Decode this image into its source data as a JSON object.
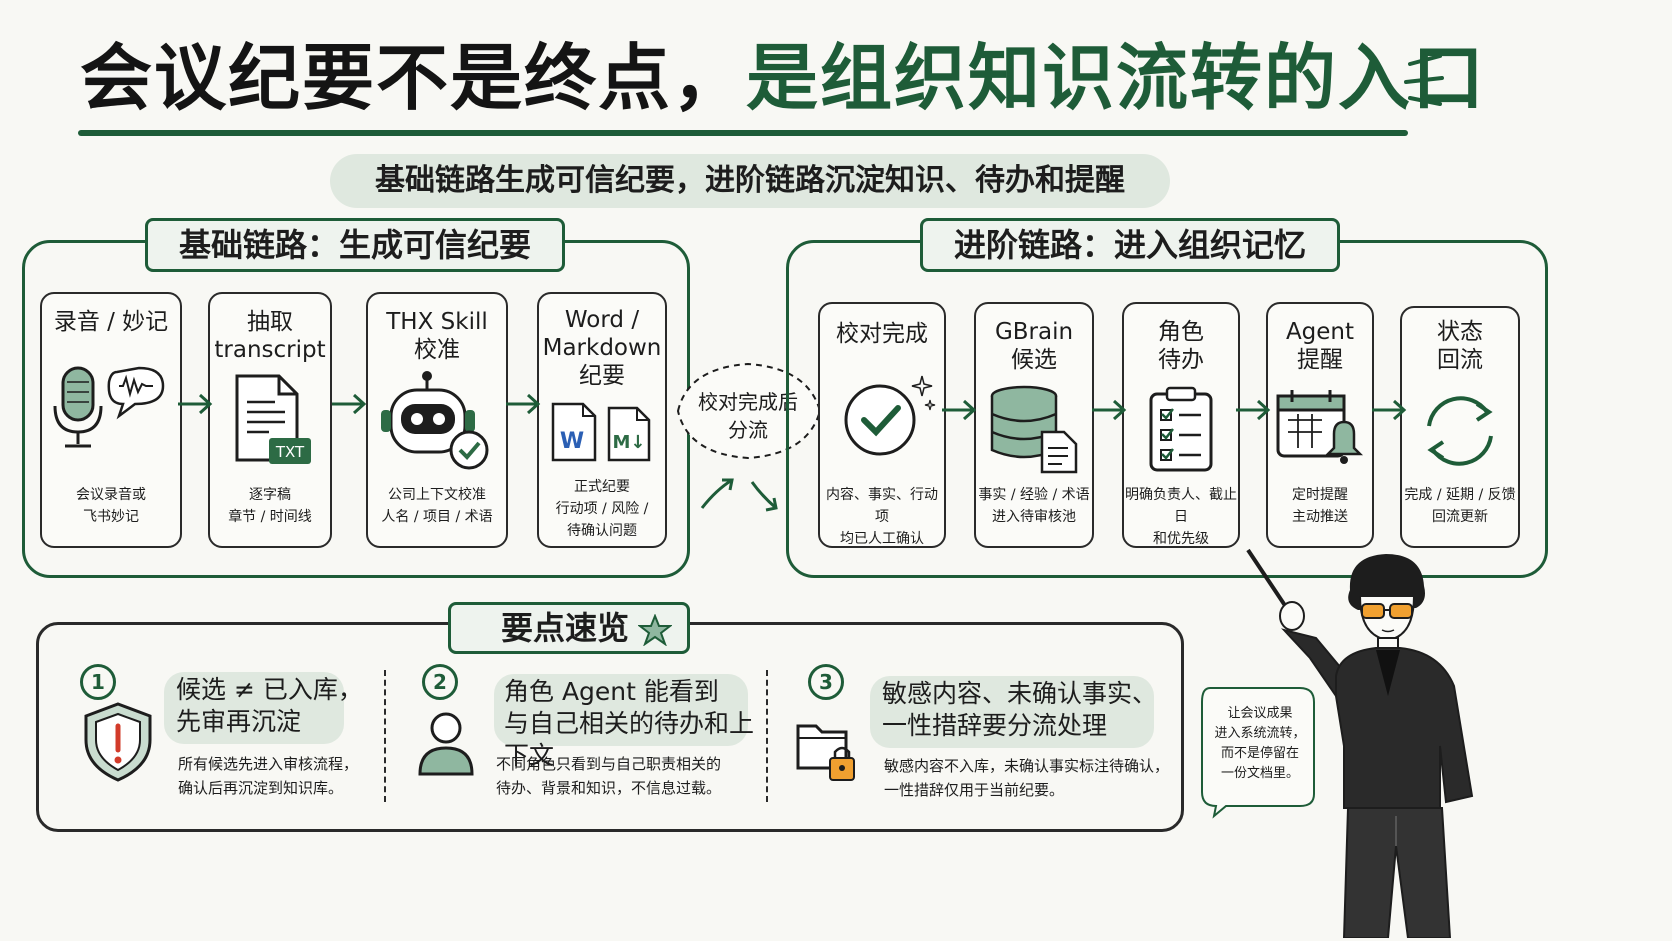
{
  "title": {
    "part1": "会议纪要不是终点，",
    "part2": "是组织知识流转的入口"
  },
  "subtitle": "基础链路生成可信纪要，进阶链路沉淀知识、待办和提醒",
  "basic": {
    "label": "基础链路：生成可信纪要",
    "cards": [
      {
        "title": "录音 / 妙记",
        "desc": "会议录音或\n飞书妙记",
        "icon": "microphone-icon"
      },
      {
        "title": "抽取\ntranscript",
        "desc": "逐字稿\n章节 / 时间线",
        "icon": "txt-document-icon"
      },
      {
        "title": "THX Skill\n校准",
        "desc": "公司上下文校准\n人名 / 项目 / 术语",
        "icon": "robot-icon"
      },
      {
        "title": "Word /\nMarkdown\n纪要",
        "desc": "正式纪要\n行动项 / 风险 /\n待确认问题",
        "icon": "word-markdown-icon"
      }
    ]
  },
  "split": "校对完成后\n分流",
  "advanced": {
    "label": "进阶链路：进入组织记忆",
    "cards": [
      {
        "title": "校对完成",
        "desc": "内容、事实、行动项\n均已人工确认",
        "icon": "check-circle-icon"
      },
      {
        "title": "GBrain\n候选",
        "desc": "事实 / 经验 / 术语\n进入待审核池",
        "icon": "database-icon"
      },
      {
        "title": "角色\n待办",
        "desc": "明确负责人、截止日\n和优先级",
        "icon": "checklist-icon"
      },
      {
        "title": "Agent\n提醒",
        "desc": "定时提醒\n主动推送",
        "icon": "calendar-bell-icon"
      },
      {
        "title": "状态\n回流",
        "desc": "完成 / 延期 / 反馈\n回流更新",
        "icon": "refresh-icon"
      }
    ]
  },
  "keypoints": {
    "label": "要点速览",
    "items": [
      {
        "num": "1",
        "title": "候选 ≠ 已入库，\n先审再沉淀",
        "desc": "所有候选先进入审核流程，\n确认后再沉淀到知识库。",
        "icon": "shield-alert-icon"
      },
      {
        "num": "2",
        "title": "角色 Agent 能看到\n与自己相关的待办和上下文",
        "desc": "不同角色只看到与自己职责相关的\n待办、背景和知识，不信息过载。",
        "icon": "person-icon"
      },
      {
        "num": "3",
        "title": "敏感内容、未确认事实、\n一性措辞要分流处理",
        "desc": "敏感内容不入库，未确认事实标注待确认，\n一性措辞仅用于当前纪要。",
        "icon": "folder-lock-icon"
      }
    ]
  },
  "speech": "让会议成果\n进入系统流转，\n而不是停留在\n一份文档里。",
  "colors": {
    "green": "#1e5c38",
    "lightGreen": "#dfe8df",
    "ink": "#1d1d1d",
    "orange": "#f0a030"
  }
}
